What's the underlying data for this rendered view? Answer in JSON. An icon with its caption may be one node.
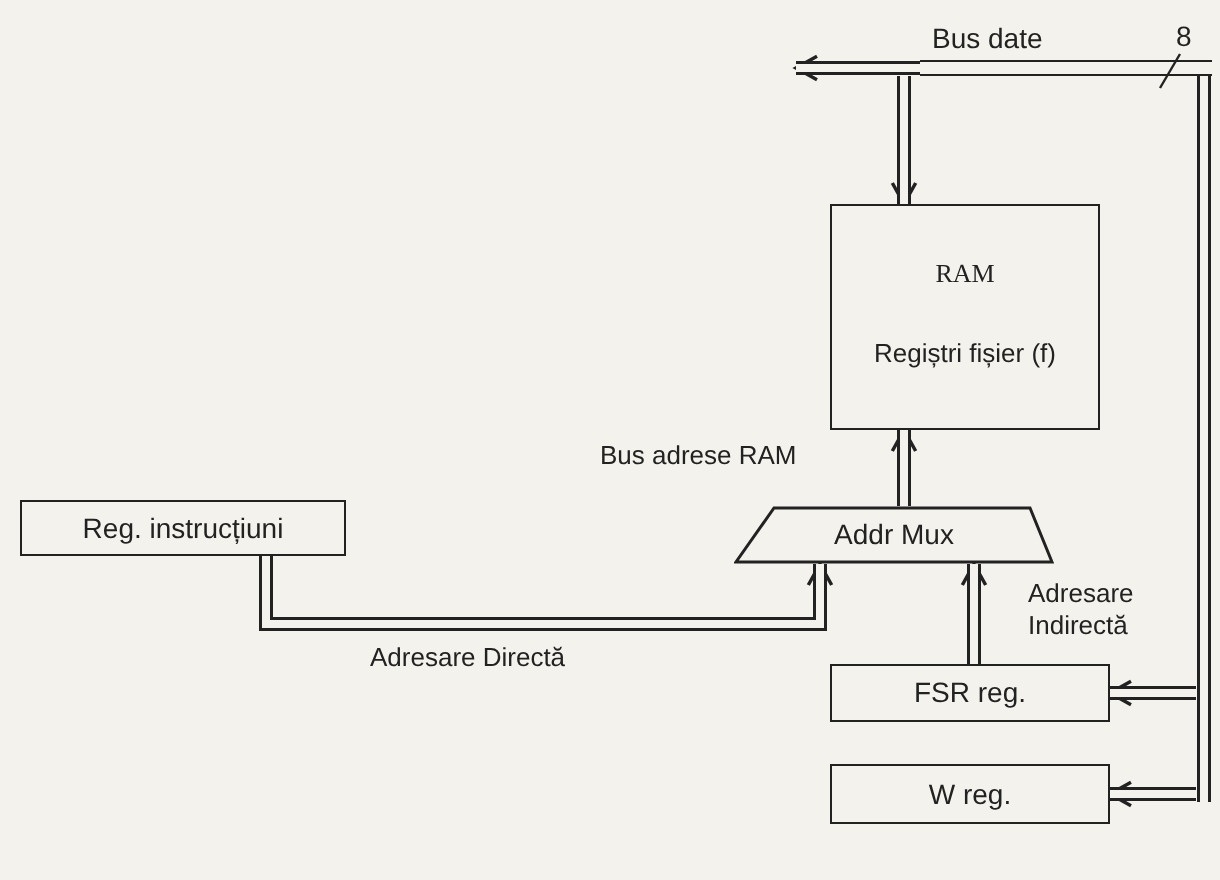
{
  "diagram": {
    "nodes": [
      {
        "text": [],
        "shape": "bar",
        "beside": [
          "Bus date",
          "8"
        ]
      },
      {
        "text": [
          "RAM",
          "Regiștri fișier (f)"
        ]
      },
      {
        "text": [
          "Addr Mux"
        ]
      },
      {
        "text": [
          "Reg. instrucțiuni"
        ]
      },
      {
        "text": [
          "FSR reg."
        ]
      },
      {
        "text": [
          "W reg."
        ]
      }
    ],
    "edges": [
      {
        "from": 0,
        "to": null,
        "arrow": "to"
      },
      {
        "from": 0,
        "to": 1,
        "arrow": "to"
      },
      {
        "from": 2,
        "to": 1,
        "arrow": "to",
        "label": "Bus adrese RAM"
      },
      {
        "from": 3,
        "to": 2,
        "arrow": "to",
        "label": "Adresare Directă"
      },
      {
        "from": 4,
        "to": 2,
        "arrow": "to",
        "label": "Adresare Indirectă"
      },
      {
        "from": 0,
        "to": 4,
        "arrow": "to"
      },
      {
        "from": 0,
        "to": 5,
        "arrow": "to"
      }
    ]
  }
}
